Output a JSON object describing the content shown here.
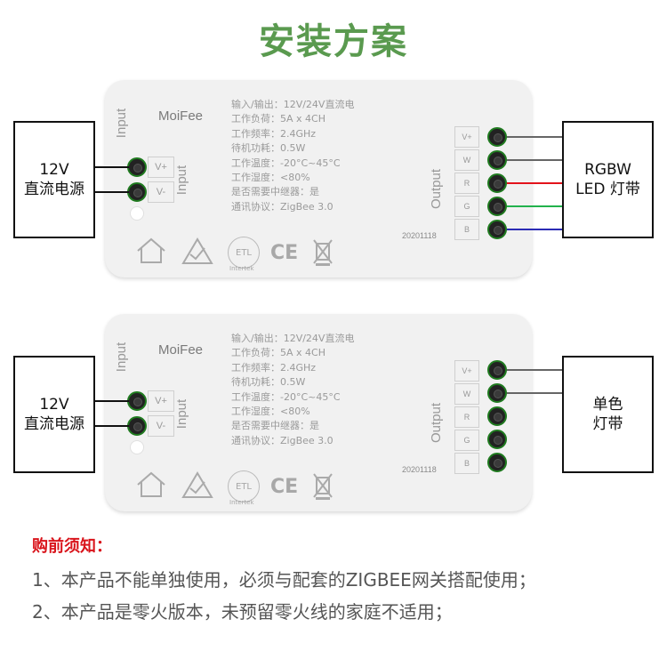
{
  "title": "安装方案",
  "devices": [
    {
      "brand": "MoiFee",
      "specs": [
        "输入/输出：12V/24V直流电",
        "工作负荷：5A x 4CH",
        "工作频率：2.4GHz",
        "待机功耗：0.5W",
        "工作温度：-20°C~45°C",
        "工作湿度：<80%",
        "是否需要中继器：是",
        "通讯协议：ZigBee 3.0"
      ],
      "input_label": "Input",
      "input_pins": [
        "V+",
        "V-"
      ],
      "output_label": "Output",
      "output_pins": [
        "V+",
        "W",
        "R",
        "G",
        "B"
      ],
      "date": "20201118"
    },
    {
      "brand": "MoiFee",
      "specs": [
        "输入/输出：12V/24V直流电",
        "工作负荷：5A x 4CH",
        "工作频率：2.4GHz",
        "待机功耗：0.5W",
        "工作温度：-20°C~45°C",
        "工作湿度：<80%",
        "是否需要中继器：是",
        "通讯协议：ZigBee 3.0"
      ],
      "input_label": "Input",
      "input_pins": [
        "V+",
        "V-"
      ],
      "output_label": "Output",
      "output_pins": [
        "V+",
        "W",
        "R",
        "G",
        "B"
      ],
      "date": "20201118"
    }
  ],
  "power_box": {
    "line1": "12V",
    "line2": "直流电源"
  },
  "rgbw_box": {
    "line1": "RGBW",
    "line2": "LED 灯带"
  },
  "mono_box": {
    "line1": "单色",
    "line2": "灯带"
  },
  "cert_text": {
    "etl": "ETL",
    "ce": "CE",
    "intertek": "Intertek"
  },
  "wire_colors": {
    "v": "#666666",
    "w": "#666666",
    "r": "#e3131b",
    "g": "#22b24c",
    "b": "#2b2bb5",
    "input": "#111111"
  },
  "notice": {
    "title": "购前须知：",
    "lines": [
      "1、本产品不能单独使用，必须与配套的ZIGBEE网关搭配使用；",
      "2、本产品是零火版本，未预留零火线的家庭不适用；"
    ]
  }
}
